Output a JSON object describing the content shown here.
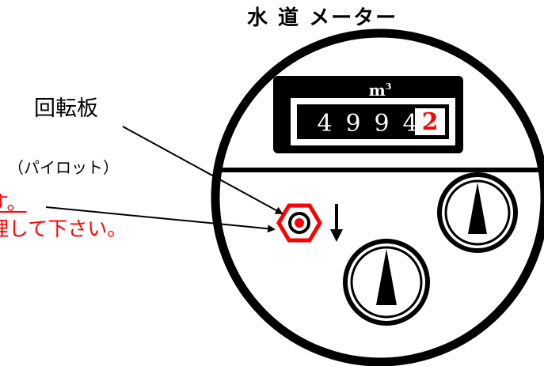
{
  "title": "水 道 メーター",
  "unit": "m",
  "unit_exponent": "3",
  "counter": {
    "digits": [
      "4",
      "9",
      "9",
      "4"
    ],
    "last_digit": "2"
  },
  "labels": {
    "rotor": "回転板",
    "pilot": "（パイロット）",
    "leak_line1": "す。",
    "leak_line2": "理して下さい。"
  },
  "colors": {
    "accent": "#ff0000",
    "ink": "#000000",
    "counter_bg": "#000000"
  }
}
